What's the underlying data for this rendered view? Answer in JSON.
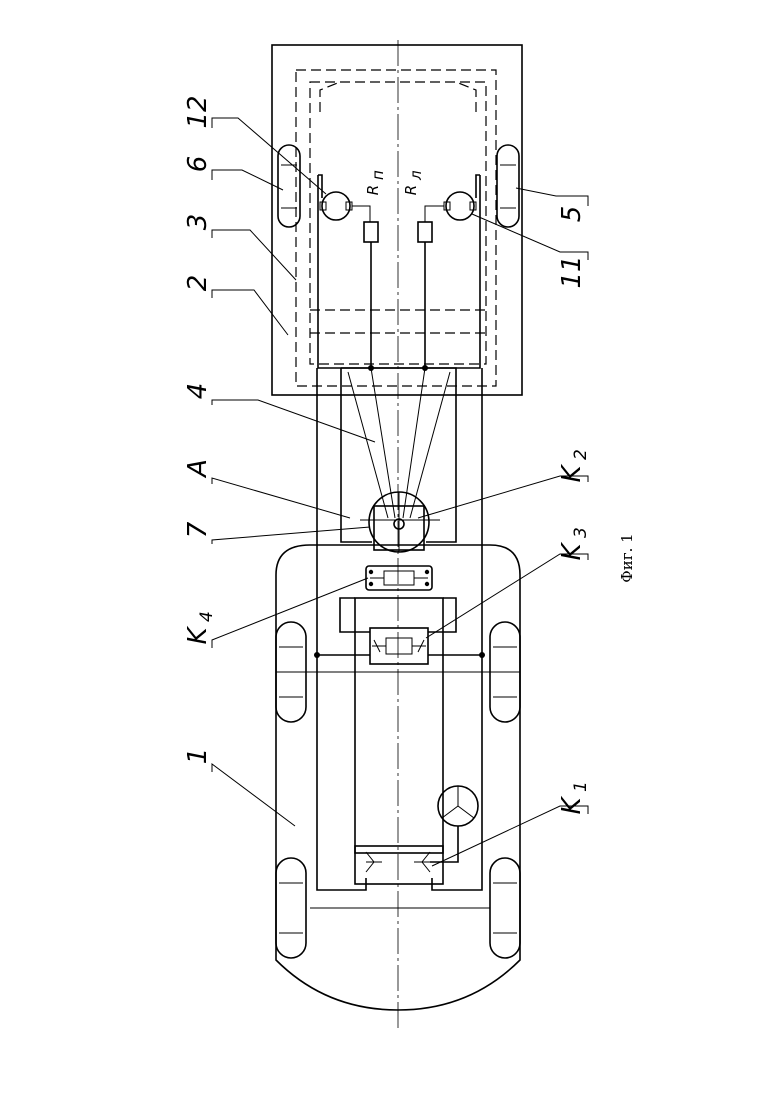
{
  "figure": {
    "caption": "Фиг. 1",
    "labels": {
      "l1": "1",
      "l2": "2",
      "l3": "3",
      "l4": "4",
      "l5": "5",
      "l6": "6",
      "l7": "7",
      "l11": "11",
      "l12": "12",
      "lA": "A"
    },
    "switches": {
      "k1": {
        "letter": "K",
        "index": "1"
      },
      "k2": {
        "letter": "K",
        "index": "2"
      },
      "k3": {
        "letter": "K",
        "index": "3"
      },
      "k4": {
        "letter": "K",
        "index": "4"
      }
    },
    "resistors": {
      "r_left": {
        "letter": "R",
        "index": "п"
      },
      "r_right": {
        "letter": "R",
        "index": "л"
      }
    }
  }
}
